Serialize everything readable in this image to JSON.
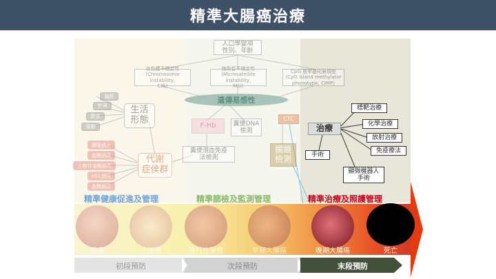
{
  "title": "精準大腸癌治療",
  "diagram": {
    "population": "人口學變項\n性別、年齡",
    "cin": "染色體不穩定性\n(Chromosome instability,\nCIN)",
    "msi": "微衛星不穩定性\n(Microsatellite instability,\nMSI)",
    "cimp": "CpG 島甲基化表現型\n(CpG island methylator\nphenotype, CIMP)",
    "genetic": "遺傳易感性",
    "lifestyle": "生活\n形態",
    "metabolic": "代謝\n症侯群",
    "fhb": "F-Hb",
    "fecal_dna": "糞便DNA\n檢測",
    "fit": "糞便潛血免疫\n法檢測",
    "ctc": "CTC",
    "colonoscopy": "腸鏡\n檢測",
    "treatment": "治療",
    "targeted": "標靶治療",
    "chemo": "化學治療",
    "radiation": "放射治療",
    "immuno": "免疫療法",
    "surgery": "手術",
    "robot": "顯微機器人\n手術",
    "lifestyle_items": [
      "抽菸",
      "飲酒",
      "飲食",
      "運動"
    ],
    "metabolic_items": [
      "腰圍過大",
      "血壓過高",
      "三酸甘油酯過高",
      "HDL過低",
      "血糖過高"
    ]
  },
  "sections": {
    "health": "精準健康促進及管理",
    "screening": "精準篩檢及監測管理",
    "treatment": "精準治療及照護管理"
  },
  "stages": [
    "健康",
    "小腺腫",
    "進行性腺瘤",
    "早期大腸癌",
    "晚期大腸癌",
    "死亡"
  ],
  "prevention": [
    "初段預防",
    "次段預防",
    "末段預防"
  ],
  "colors": {
    "header": "#3e5166",
    "health": "#4a90d9",
    "screening": "#6cae3e",
    "treatment": "#d0021b",
    "arrow_red": "#e53a10"
  }
}
